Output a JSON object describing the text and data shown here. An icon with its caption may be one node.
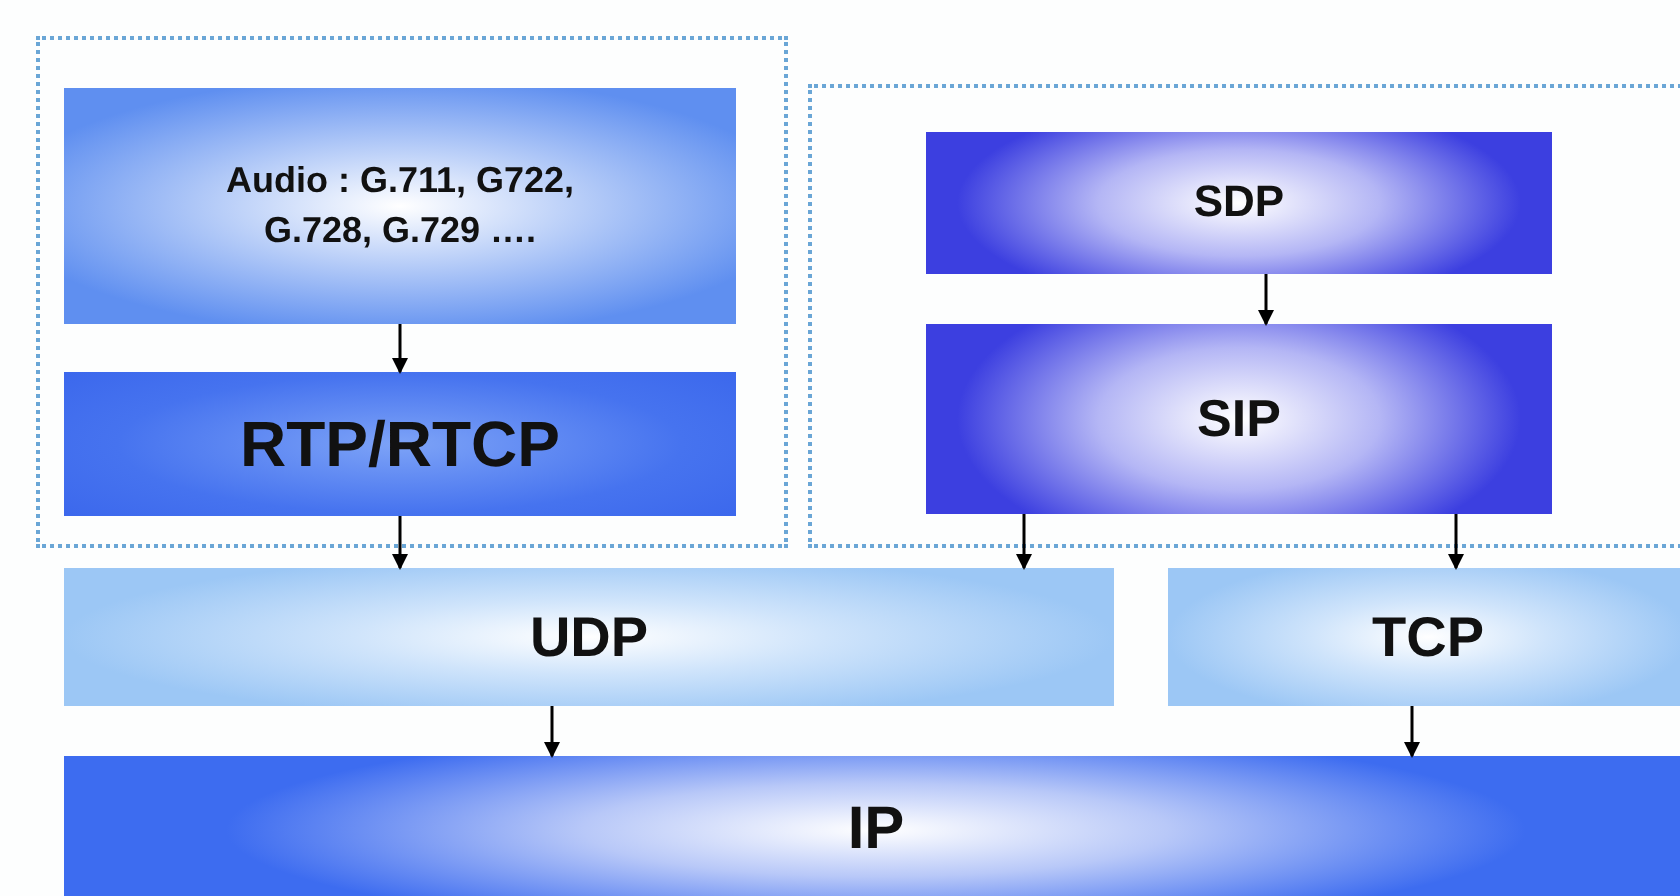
{
  "diagram": {
    "nodes": [
      {
        "text": [],
        "shape": "box"
      },
      {
        "text": [
          "Audio : G.711, G722, G.728, G.729 …."
        ],
        "in": 0
      },
      {
        "text": [
          "RTP/RTCP"
        ],
        "in": 0
      },
      {
        "text": [],
        "shape": "box"
      },
      {
        "text": [
          "SDP"
        ],
        "in": 3
      },
      {
        "text": [
          "SIP"
        ],
        "in": 3
      },
      {
        "text": [
          "UDP"
        ]
      },
      {
        "text": [
          "TCP"
        ]
      },
      {
        "text": [
          "IP"
        ]
      }
    ],
    "edges": [
      {
        "from": 1,
        "to": 2,
        "arrow": "to"
      },
      {
        "from": 2,
        "to": 6,
        "arrow": "to"
      },
      {
        "from": 4,
        "to": 5,
        "arrow": "to"
      },
      {
        "from": 5,
        "to": 6,
        "arrow": "to"
      },
      {
        "from": 5,
        "to": 7,
        "arrow": "to"
      },
      {
        "from": 6,
        "to": 8,
        "arrow": "to"
      },
      {
        "from": 7,
        "to": 8,
        "arrow": "to"
      }
    ]
  }
}
